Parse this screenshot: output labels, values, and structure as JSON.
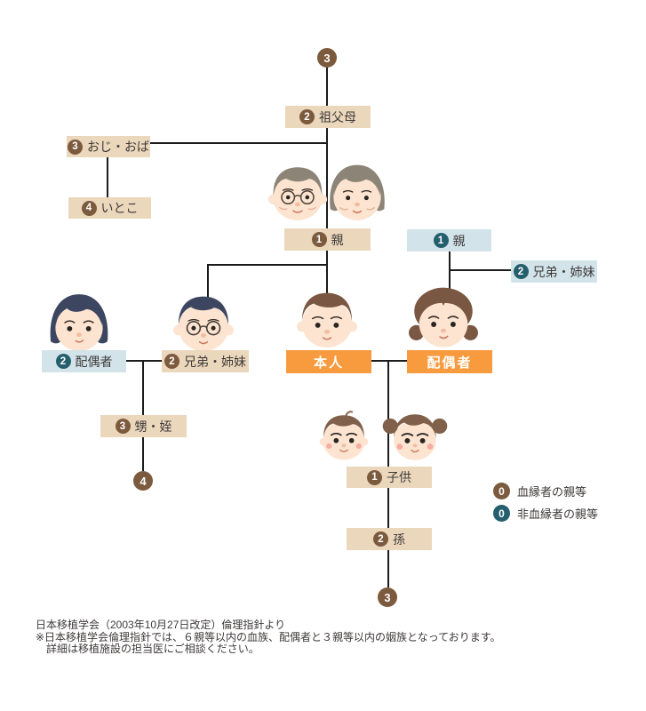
{
  "colors": {
    "beige_box": "#ebd7bc",
    "blue_box": "#d2e4ea",
    "orange_box": "#f79b3e",
    "brown_badge": "#7c5a3e",
    "teal_badge": "#255f6e",
    "line": "#1b1b1b",
    "text": "#3e3a39"
  },
  "nodes": {
    "degree_top": "3",
    "grandparents": {
      "num": "2",
      "label": "祖父母"
    },
    "uncle_aunt": {
      "num": "3",
      "label": "おじ・おば"
    },
    "cousin": {
      "num": "4",
      "label": "いとこ"
    },
    "parent_blood": {
      "num": "1",
      "label": "親"
    },
    "parent_inlaw": {
      "num": "1",
      "label": "親"
    },
    "sibling_inlaw": {
      "num": "2",
      "label": "兄弟・姉妹"
    },
    "sibling_spouse": {
      "num": "2",
      "label": "配偶者"
    },
    "sibling_blood": {
      "num": "2",
      "label": "兄弟・姉妹"
    },
    "self": {
      "label": "本人"
    },
    "spouse": {
      "label": "配偶者"
    },
    "nephew_niece": {
      "num": "3",
      "label": "甥・姪"
    },
    "degree_four": "4",
    "children": {
      "num": "1",
      "label": "子供"
    },
    "grandchild": {
      "num": "2",
      "label": "孫"
    },
    "degree_bottom": "3"
  },
  "legend": {
    "blood": {
      "num": "0",
      "label": "血縁者の親等"
    },
    "non_blood": {
      "num": "0",
      "label": "非血縁者の親等"
    }
  },
  "footer": {
    "line1": "日本移植学会（2003年10月27日改定）倫理指針より",
    "line2": "※日本移植学会倫理指針では、６親等以内の血族、配偶者と３親等以内の姻族となっております。",
    "line3": "詳細は移植施設の担当医にご相談ください。"
  }
}
